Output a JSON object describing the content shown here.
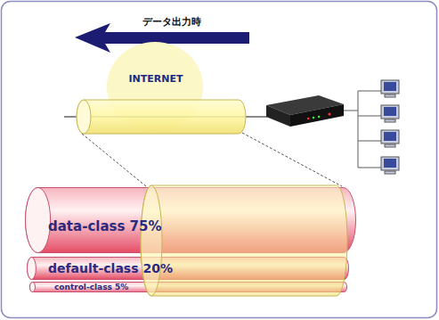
{
  "diagram": {
    "nodes": [
      {
        "text": [
          "INTERNET"
        ]
      },
      {
        "text": [
          "data-class 75%"
        ]
      },
      {
        "text": [
          "default-class 20%"
        ]
      },
      {
        "text": [
          "control-class 5%"
        ]
      }
    ],
    "labels": [
      "データ出力時"
    ]
  }
}
